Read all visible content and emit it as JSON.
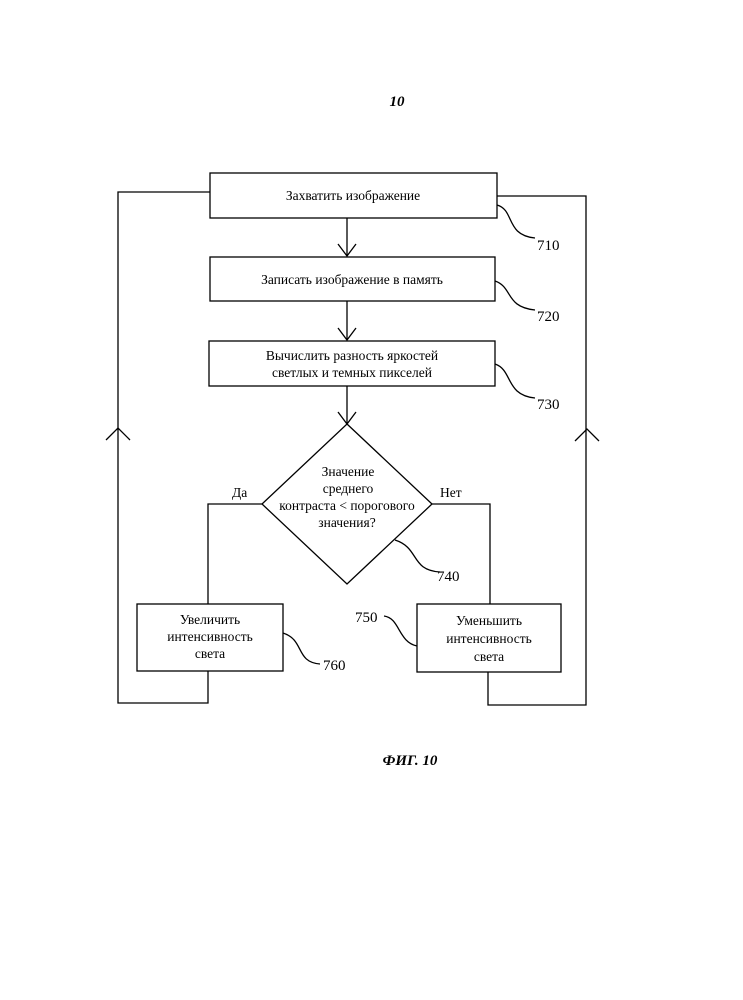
{
  "page_number": "10",
  "figure_caption": "ФИГ. 10",
  "steps": {
    "capture": {
      "label": "Захватить изображение",
      "ref": "710"
    },
    "store": {
      "label": "Записать изображение в память",
      "ref": "720"
    },
    "compute": {
      "line1": "Вычислить разность яркостей",
      "line2": "светлых и темных пикселей",
      "ref": "730"
    },
    "decision": {
      "line1": "Значение",
      "line2": "среднего",
      "line3": "контраста < порогового",
      "line4": "значения?",
      "ref": "740"
    },
    "decrease": {
      "line1": "Уменьшить",
      "line2": "интенсивность",
      "line3": "света",
      "ref": "750"
    },
    "increase": {
      "line1": "Увеличить",
      "line2": "интенсивность",
      "line3": "света",
      "ref": "760"
    }
  },
  "branches": {
    "yes": "Да",
    "no": "Нет"
  }
}
